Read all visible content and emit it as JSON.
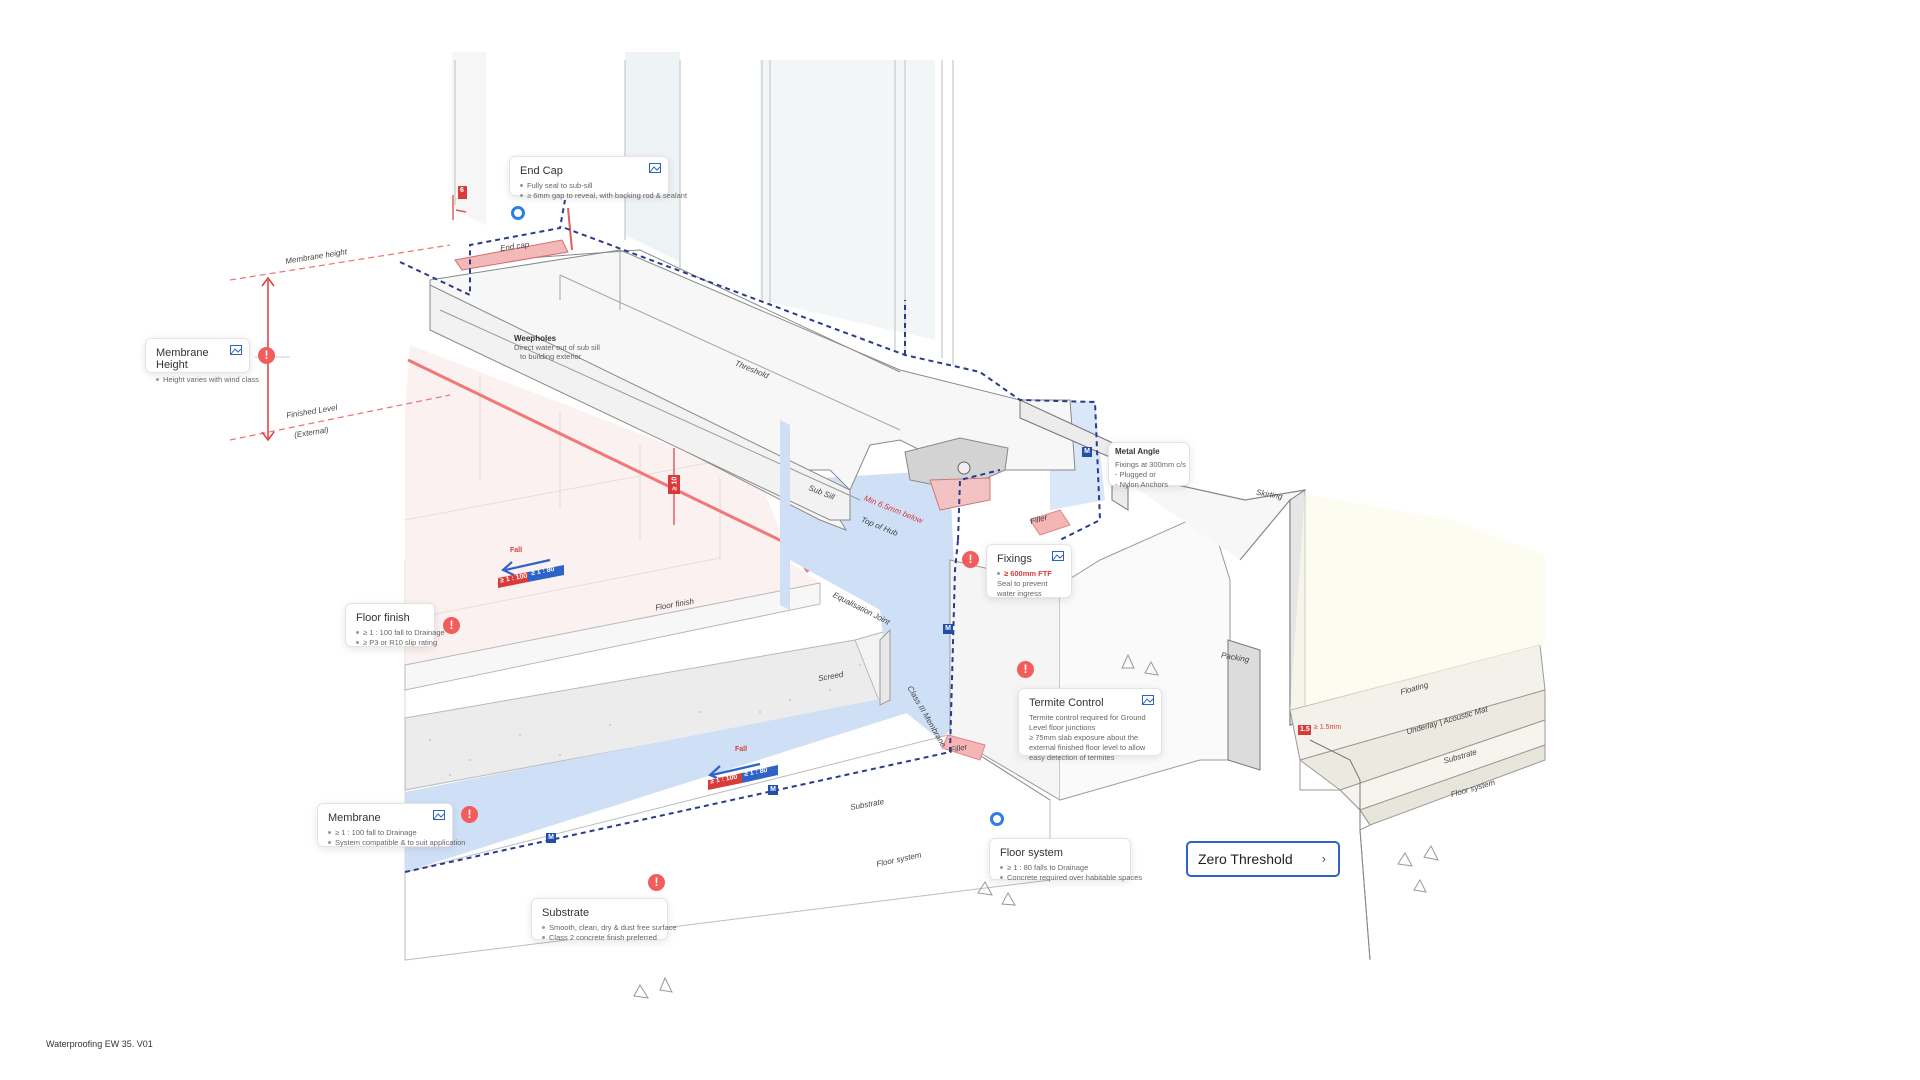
{
  "title": "Zero Threshold",
  "version": "Waterproofing EW 35. V01",
  "colors": {
    "membrane_blue": "#c9dcf4",
    "dash_navy": "#2a3b8f",
    "alert_red": "#f25c5c",
    "accent_red": "#e23b3b",
    "accent_blue": "#2f63c8",
    "screed_gray": "#e9e9e9",
    "floor_pink": "#fbeeee"
  },
  "cards": {
    "end_cap": {
      "title": "End Cap",
      "lines": [
        "Fully seal to sub-sill",
        "≥ 6mm gap to reveal, with backing rod & sealant"
      ],
      "highlight": "≥ 6mm"
    },
    "membrane_height": {
      "title": "Membrane Height",
      "lines": [
        "Height varies with wind class"
      ]
    },
    "weepholes": {
      "title": "Weepholes",
      "lines": [
        "Direct water out of sub sill",
        "to building exterior"
      ]
    },
    "metal_angle": {
      "title": "Metal Angle",
      "lines": [
        "Fixings at 300mm c/s",
        "- Plugged or",
        "- Nylon Anchors"
      ],
      "highlight": "300mm"
    },
    "fixings": {
      "title": "Fixings",
      "lines": [
        "≥ 600mm FTF",
        "Seal to prevent water ingress"
      ],
      "highlight": "≥ 600mm"
    },
    "floor_finish": {
      "title": "Floor finish",
      "lines": [
        "≥ 1 : 100 fall to Drainage",
        "≥ P3 or R10 slip rating"
      ],
      "highlights": [
        "1 : 100",
        "P3",
        "R10"
      ]
    },
    "termite_control": {
      "title": "Termite Control",
      "lines": [
        "Termite control required for Ground Level floor junctions",
        "≥ 75mm slab exposure about the external finished floor level to allow easy detection of termites"
      ],
      "highlight": "≥ 75mm"
    },
    "membrane": {
      "title": "Membrane",
      "lines": [
        "≥ 1 : 100 fall to Drainage",
        "System compatible & to suit application"
      ],
      "highlight": "1 : 100"
    },
    "floor_system": {
      "title": "Floor system",
      "lines": [
        "≥ 1 : 80 falls to Drainage",
        "Concrete required over habitable spaces"
      ],
      "highlight": "1 : 80"
    },
    "substrate": {
      "title": "Substrate",
      "lines": [
        "Smooth, clean, dry & dust free surface",
        "Class 2 concrete finish preferred"
      ],
      "highlight": "Class 2"
    }
  },
  "labels": {
    "membrane_height_line": "Membrane height",
    "finished_level": "Finished Level",
    "external": "(External)",
    "end_cap": "End cap",
    "threshold": "Threshold",
    "sub_sill": "Sub Sill",
    "floor_finish": "Floor finish",
    "equalisation": "Equalisation Joint",
    "screed": "Screed",
    "class_membrane": "Class III Membrane",
    "filler": "Filler",
    "filler2": "Filler",
    "substrate": "Substrate",
    "floor_system": "Floor system",
    "skirting": "Skirting",
    "packing": "Packing",
    "floating": "Floating",
    "underlay": "Underlay | Acoustic Mat",
    "substrate2": "Substrate",
    "floor_system2": "Floor system",
    "min_below": "Min 6.5mm below",
    "top_of_hub": "Top of Hub",
    "dim_6": "6",
    "dim_10": "≥ 10",
    "dim_1_5": "1.5",
    "dim_1_5b": "≥ 1.5mm",
    "fall": "Fall",
    "fall_ratio_a": "≥ 1 : 100",
    "fall_ratio_b": "≥ 1 : 80",
    "m": "M"
  }
}
